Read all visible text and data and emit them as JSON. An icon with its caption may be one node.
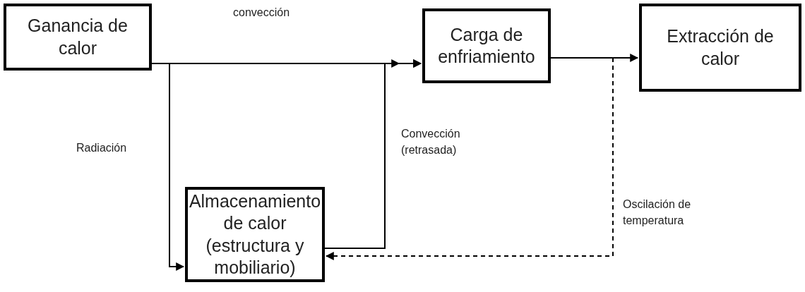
{
  "diagram": {
    "nodes": [
      {
        "text": [
          "Ganancia de calor"
        ]
      },
      {
        "text": [
          "Carga de enfriamiento"
        ]
      },
      {
        "text": [
          "Extracción de calor"
        ]
      },
      {
        "text": [
          "Almacenamiento de calor (estructura y mobiliario)"
        ]
      }
    ],
    "edges": [
      {
        "from": 0,
        "to": 1,
        "arrow": "to",
        "label": "convección"
      },
      {
        "from": 3,
        "to": 1,
        "arrow": "to",
        "label": "Convección (retrasada)"
      },
      {
        "from": 0,
        "to": 3,
        "arrow": "to",
        "label": "Radiación"
      },
      {
        "from": 1,
        "to": 2,
        "arrow": "to"
      },
      {
        "from": 1,
        "to": 3,
        "arrow": "to",
        "label": "Oscilación de temperatura",
        "style": "dashed"
      }
    ]
  }
}
